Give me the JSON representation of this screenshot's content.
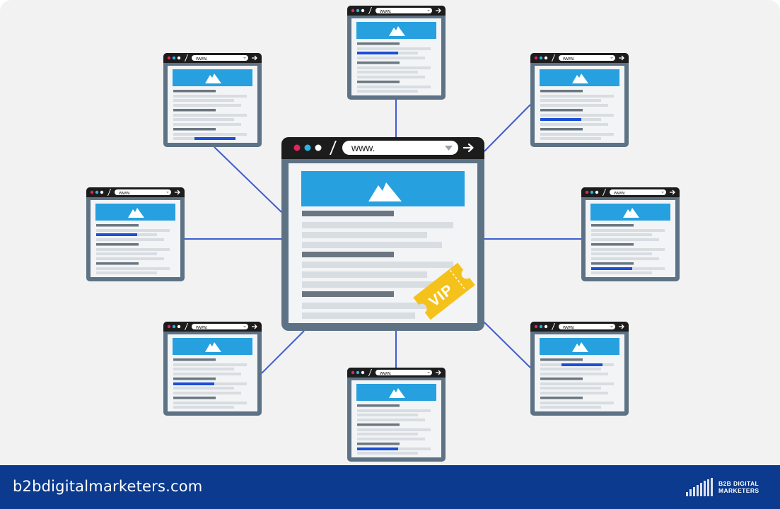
{
  "center_window": {
    "url_text": "www.",
    "badge_text": "VIP"
  },
  "satellite_url_text": "www.",
  "footer": {
    "site": "b2bdigitalmarketers.com",
    "logo_line1": "B2B DIGITAL",
    "logo_line2": "MARKETERS"
  },
  "colors": {
    "background": "#f2f2f3",
    "frame": "#5d7385",
    "titlebar": "#1c1c1c",
    "hero": "#26a0de",
    "accent_line": "#1a4fd6",
    "connector": "#3f5ccf",
    "badge": "#f5c21b",
    "footer": "#0b3a8e"
  },
  "satellites": [
    {
      "name": "satellite-top",
      "highlight_row": 2
    },
    {
      "name": "satellite-top-right",
      "highlight_row": 6
    },
    {
      "name": "satellite-right",
      "highlight_row": 9
    },
    {
      "name": "satellite-bottom-right",
      "highlight_row": 1
    },
    {
      "name": "satellite-bottom",
      "highlight_row": 9
    },
    {
      "name": "satellite-bottom-left",
      "highlight_row": 5
    },
    {
      "name": "satellite-left",
      "highlight_row": 2
    },
    {
      "name": "satellite-top-left",
      "highlight_row": 10
    }
  ]
}
